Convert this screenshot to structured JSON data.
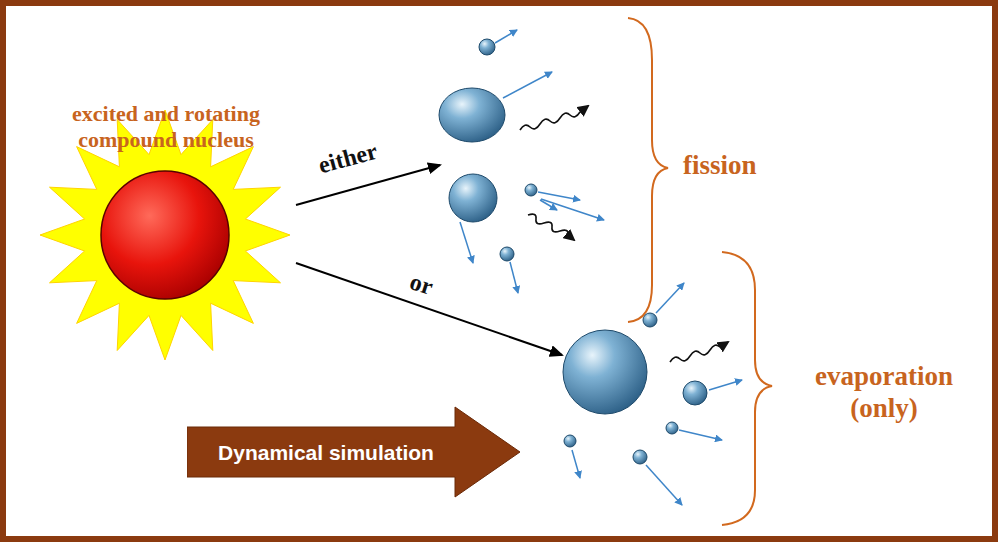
{
  "diagram": {
    "nodes": [
      {
        "text": [
          "excited and rotating compound nucleus"
        ]
      },
      {
        "text": [
          "fission"
        ]
      },
      {
        "text": [
          "evaporation (only)"
        ]
      },
      {
        "text": [
          "Dynamical simulation"
        ]
      }
    ],
    "edges": [
      {
        "from": 0,
        "to": 1,
        "arrow": "to",
        "label": "either"
      },
      {
        "from": 0,
        "to": 2,
        "arrow": "to",
        "label": "or"
      }
    ]
  }
}
